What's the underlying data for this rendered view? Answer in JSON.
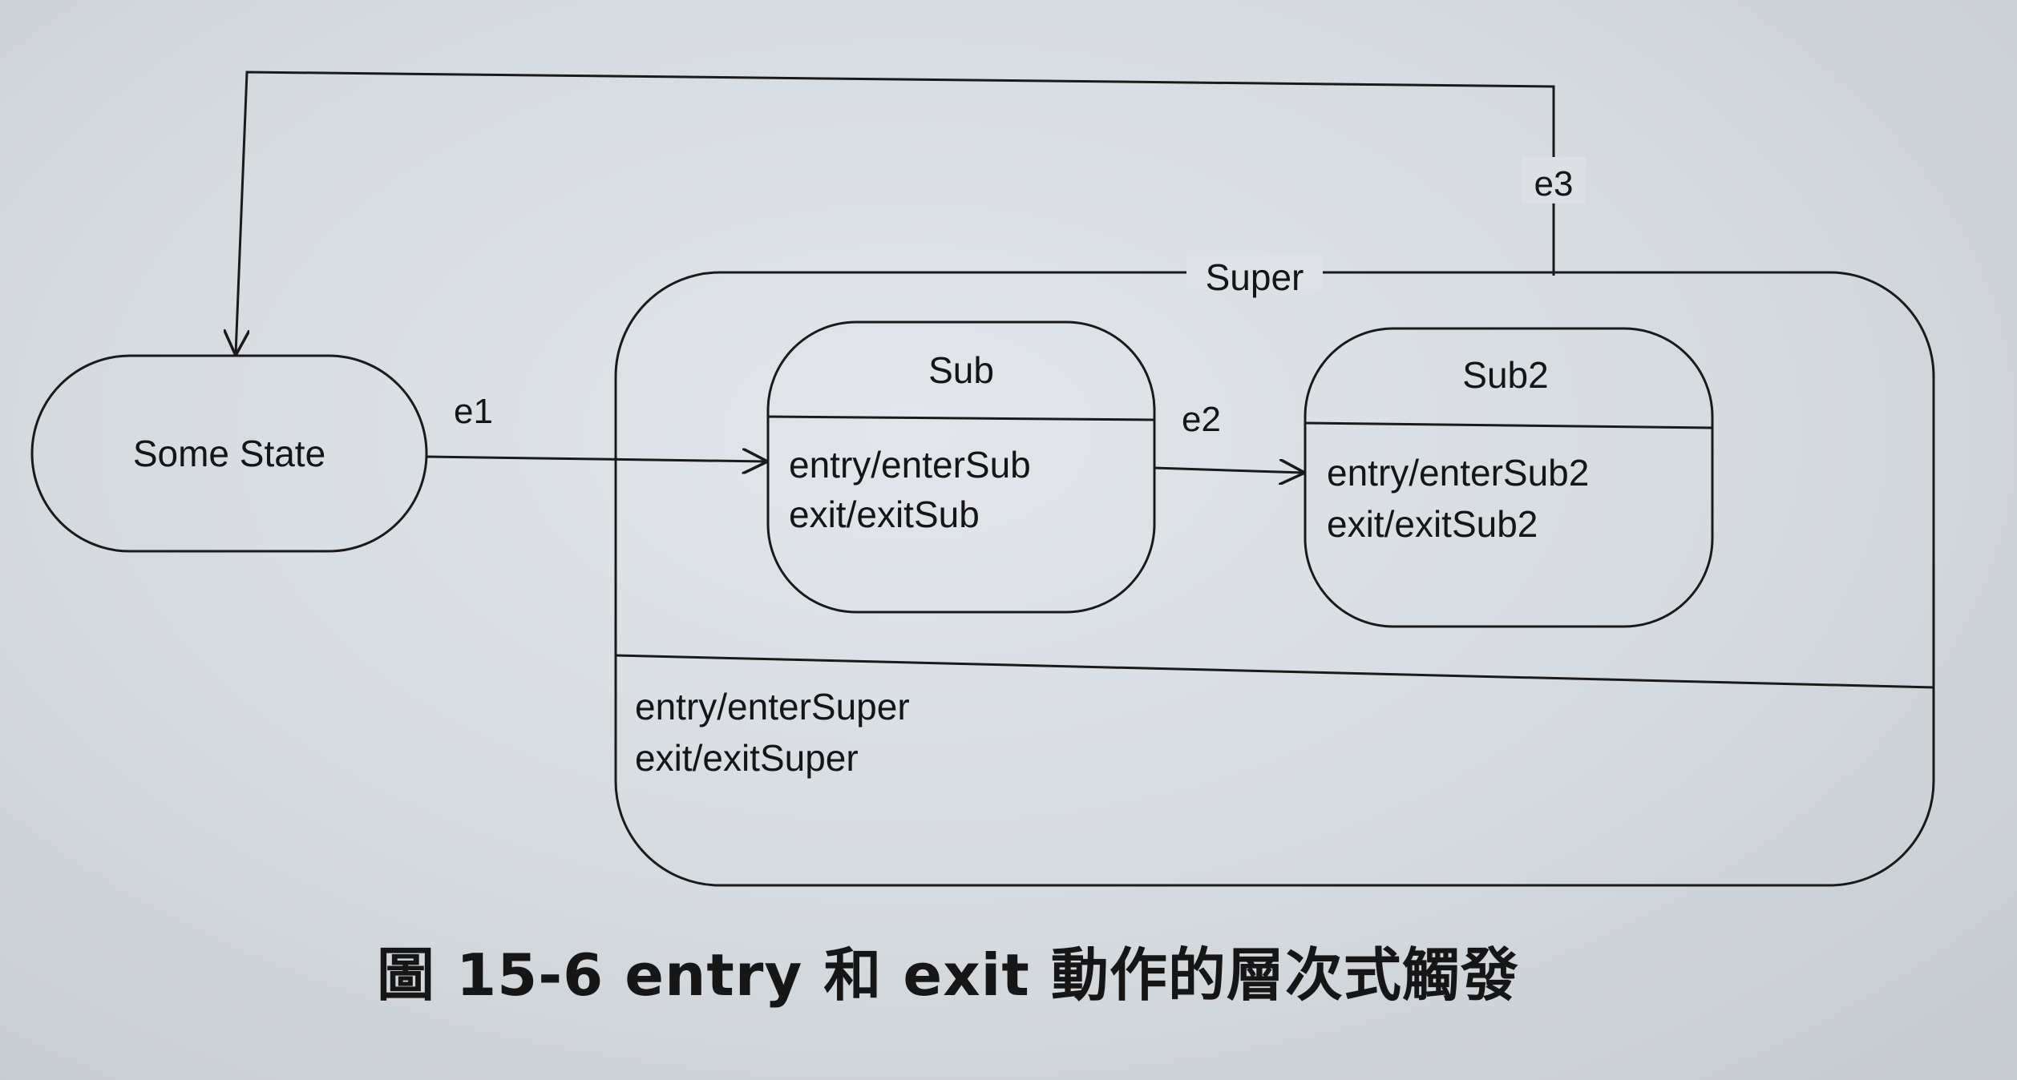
{
  "diagram": {
    "states": {
      "some_state": {
        "name": "Some State"
      },
      "super": {
        "name": "Super",
        "entry": "entry/enterSuper",
        "exit": "exit/exitSuper"
      },
      "sub": {
        "name": "Sub",
        "entry": "entry/enterSub",
        "exit": "exit/exitSub"
      },
      "sub2": {
        "name": "Sub2",
        "entry": "entry/enterSub2",
        "exit": "exit/exitSub2"
      }
    },
    "transitions": {
      "e1": {
        "label": "e1",
        "from": "Some State",
        "to": "Sub"
      },
      "e2": {
        "label": "e2",
        "from": "Sub",
        "to": "Sub2"
      },
      "e3": {
        "label": "e3",
        "from": "Super",
        "to": "Some State"
      }
    }
  },
  "caption": {
    "text": "圖 15-6  entry 和 exit 動作的層次式觸發"
  }
}
